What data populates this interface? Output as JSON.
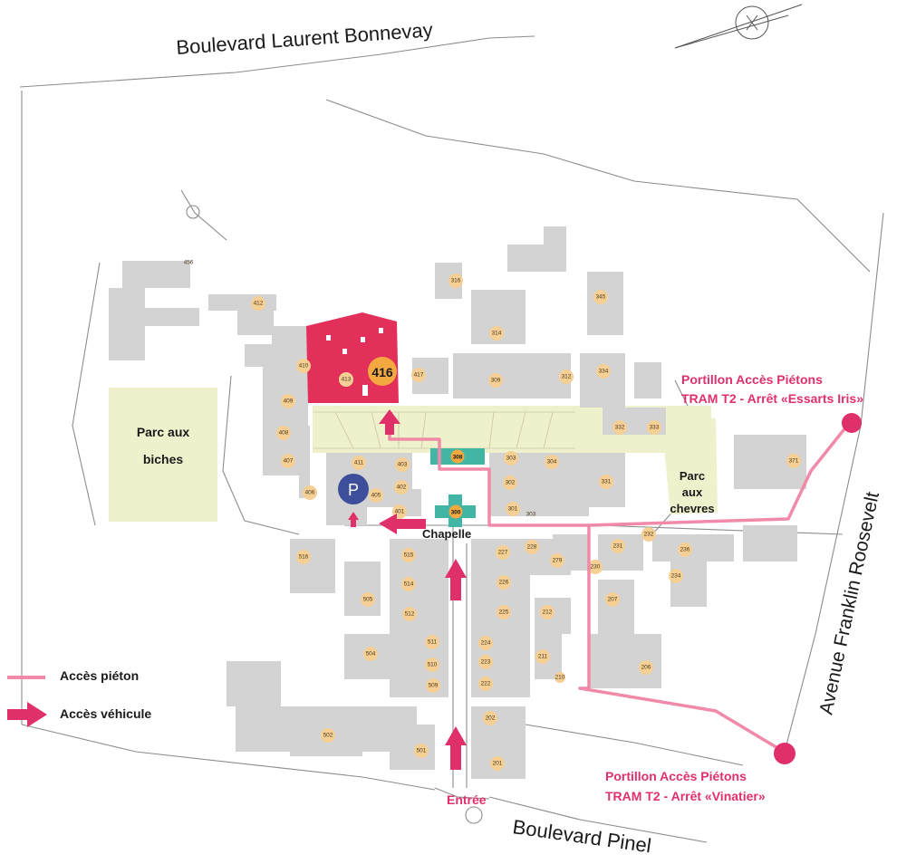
{
  "streets": {
    "north": "Boulevard Laurent Bonnevay",
    "east": "Avenue Franklin Roosevelt",
    "south": "Boulevard Pinel"
  },
  "parks": {
    "west_line1": "Parc aux",
    "west_line2": "biches",
    "east_line1": "Parc",
    "east_line2": "aux",
    "east_line3": "chevres"
  },
  "highlight": {
    "main_building": "416",
    "chapel_number": "300",
    "building_308": "308",
    "chapel_label": "Chapelle",
    "parking_symbol": "P"
  },
  "access_points": {
    "northeast_line1": "Portillon Accès Piétons",
    "northeast_line2": "TRAM T2 - Arrêt «Essarts Iris»",
    "southeast_line1": "Portillon Accès Piétons",
    "southeast_line2": "TRAM T2 - Arrêt «Vinatier»",
    "entrance": "Entrée"
  },
  "legend": {
    "pedestrian": "Accès piéton",
    "vehicle": "Accès véhicule"
  },
  "colors": {
    "pink": "#e0306a",
    "pink_path": "#f08aa8",
    "red_building": "#e3305a",
    "orange_marker": "#f3a940",
    "marker_fill": "#f5cf94",
    "teal": "#43b5a5",
    "parking": "#3d4e9a",
    "park_fill": "#eef1cc"
  },
  "buildings": [
    {
      "num": "456"
    },
    {
      "num": "412"
    },
    {
      "num": "316"
    },
    {
      "num": "345"
    },
    {
      "num": "314"
    },
    {
      "num": "410"
    },
    {
      "num": "413"
    },
    {
      "num": "417"
    },
    {
      "num": "309"
    },
    {
      "num": "312"
    },
    {
      "num": "334"
    },
    {
      "num": "409"
    },
    {
      "num": "408"
    },
    {
      "num": "332"
    },
    {
      "num": "333"
    },
    {
      "num": "407"
    },
    {
      "num": "411"
    },
    {
      "num": "403"
    },
    {
      "num": "303"
    },
    {
      "num": "304"
    },
    {
      "num": "371"
    },
    {
      "num": "402"
    },
    {
      "num": "302"
    },
    {
      "num": "331"
    },
    {
      "num": "406"
    },
    {
      "num": "405"
    },
    {
      "num": "401"
    },
    {
      "num": "301"
    },
    {
      "num": "303"
    },
    {
      "num": "228"
    },
    {
      "num": "227"
    },
    {
      "num": "231"
    },
    {
      "num": "232"
    },
    {
      "num": "236"
    },
    {
      "num": "515"
    },
    {
      "num": "516"
    },
    {
      "num": "279"
    },
    {
      "num": "230"
    },
    {
      "num": "234"
    },
    {
      "num": "514"
    },
    {
      "num": "226"
    },
    {
      "num": "505"
    },
    {
      "num": "207"
    },
    {
      "num": "512"
    },
    {
      "num": "225"
    },
    {
      "num": "212"
    },
    {
      "num": "511"
    },
    {
      "num": "224"
    },
    {
      "num": "504"
    },
    {
      "num": "211"
    },
    {
      "num": "510"
    },
    {
      "num": "223"
    },
    {
      "num": "206"
    },
    {
      "num": "509"
    },
    {
      "num": "222"
    },
    {
      "num": "210"
    },
    {
      "num": "502"
    },
    {
      "num": "202"
    },
    {
      "num": "501"
    },
    {
      "num": "201"
    }
  ]
}
